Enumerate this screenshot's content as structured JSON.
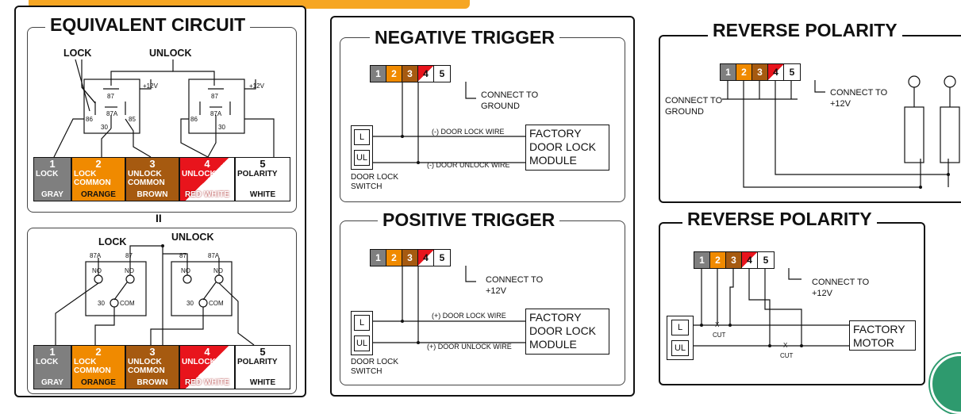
{
  "colors": {
    "gray": "#8a8a8a",
    "orange": "#f08a00",
    "brown": "#a65a10",
    "red": "#e8141c",
    "white": "#ffffff",
    "logo_green": "#2e9a6e"
  },
  "top_banner": {
    "color": "#f6a623"
  },
  "equivalent_circuit": {
    "title": "EQUIVALENT CIRCUIT",
    "lock_label": "LOCK",
    "unlock_label": "UNLOCK",
    "relay_pins": {
      "p87": "87",
      "p87a": "87A",
      "p86": "86",
      "p85": "85",
      "p30": "30",
      "plus12": "+12V"
    },
    "equals": "II",
    "lock2": "LOCK",
    "unlock2": "UNLOCK",
    "switch_labels": {
      "p87a": "87A",
      "p87": "87",
      "no": "NO",
      "p30": "30",
      "com": "COM"
    },
    "terminals": [
      {
        "num": "1",
        "name": "LOCK",
        "color": "GRAY"
      },
      {
        "num": "2",
        "name": "LOCK COMMON",
        "color": "ORANGE"
      },
      {
        "num": "3",
        "name": "UNLOCK COMMON",
        "color": "BROWN"
      },
      {
        "num": "4",
        "name": "UNLOCK",
        "color": "RED WHITE"
      },
      {
        "num": "5",
        "name": "POLARITY",
        "color": "WHITE"
      }
    ]
  },
  "negative_trigger": {
    "title": "NEGATIVE TRIGGER",
    "pins": [
      "1",
      "2",
      "3",
      "4",
      "5"
    ],
    "connect_to": "CONNECT TO",
    "connect_target": "GROUND",
    "lock_wire": "(-) DOOR LOCK WIRE",
    "unlock_wire": "(-) DOOR UNLOCK WIRE",
    "factory": [
      "FACTORY",
      "DOOR LOCK",
      "MODULE"
    ],
    "switch_l": "L",
    "switch_ul": "UL",
    "switch_label": [
      "DOOR LOCK",
      "SWITCH"
    ]
  },
  "positive_trigger": {
    "title": "POSITIVE TRIGGER",
    "pins": [
      "1",
      "2",
      "3",
      "4",
      "5"
    ],
    "connect_to": "CONNECT TO",
    "connect_target": "+12V",
    "lock_wire": "(+) DOOR LOCK WIRE",
    "unlock_wire": "(+) DOOR UNLOCK WIRE",
    "factory": [
      "FACTORY",
      "DOOR LOCK",
      "MODULE"
    ],
    "switch_l": "L",
    "switch_ul": "UL",
    "switch_label": [
      "DOOR LOCK",
      "SWITCH"
    ]
  },
  "reverse_polarity_1": {
    "title": "REVERSE POLARITY",
    "pins": [
      "1",
      "2",
      "3",
      "4",
      "5"
    ],
    "connect_left": [
      "CONNECT TO",
      "GROUND"
    ],
    "connect_right": [
      "CONNECT TO",
      "+12V"
    ]
  },
  "reverse_polarity_2": {
    "title": "REVERSE POLARITY",
    "pins": [
      "1",
      "2",
      "3",
      "4",
      "5"
    ],
    "connect_right": [
      "CONNECT TO",
      "+12V"
    ],
    "cut": "CUT",
    "x_mark": "X",
    "switch_l": "L",
    "switch_ul": "UL",
    "factory": [
      "FACTORY",
      "MOTOR"
    ]
  }
}
